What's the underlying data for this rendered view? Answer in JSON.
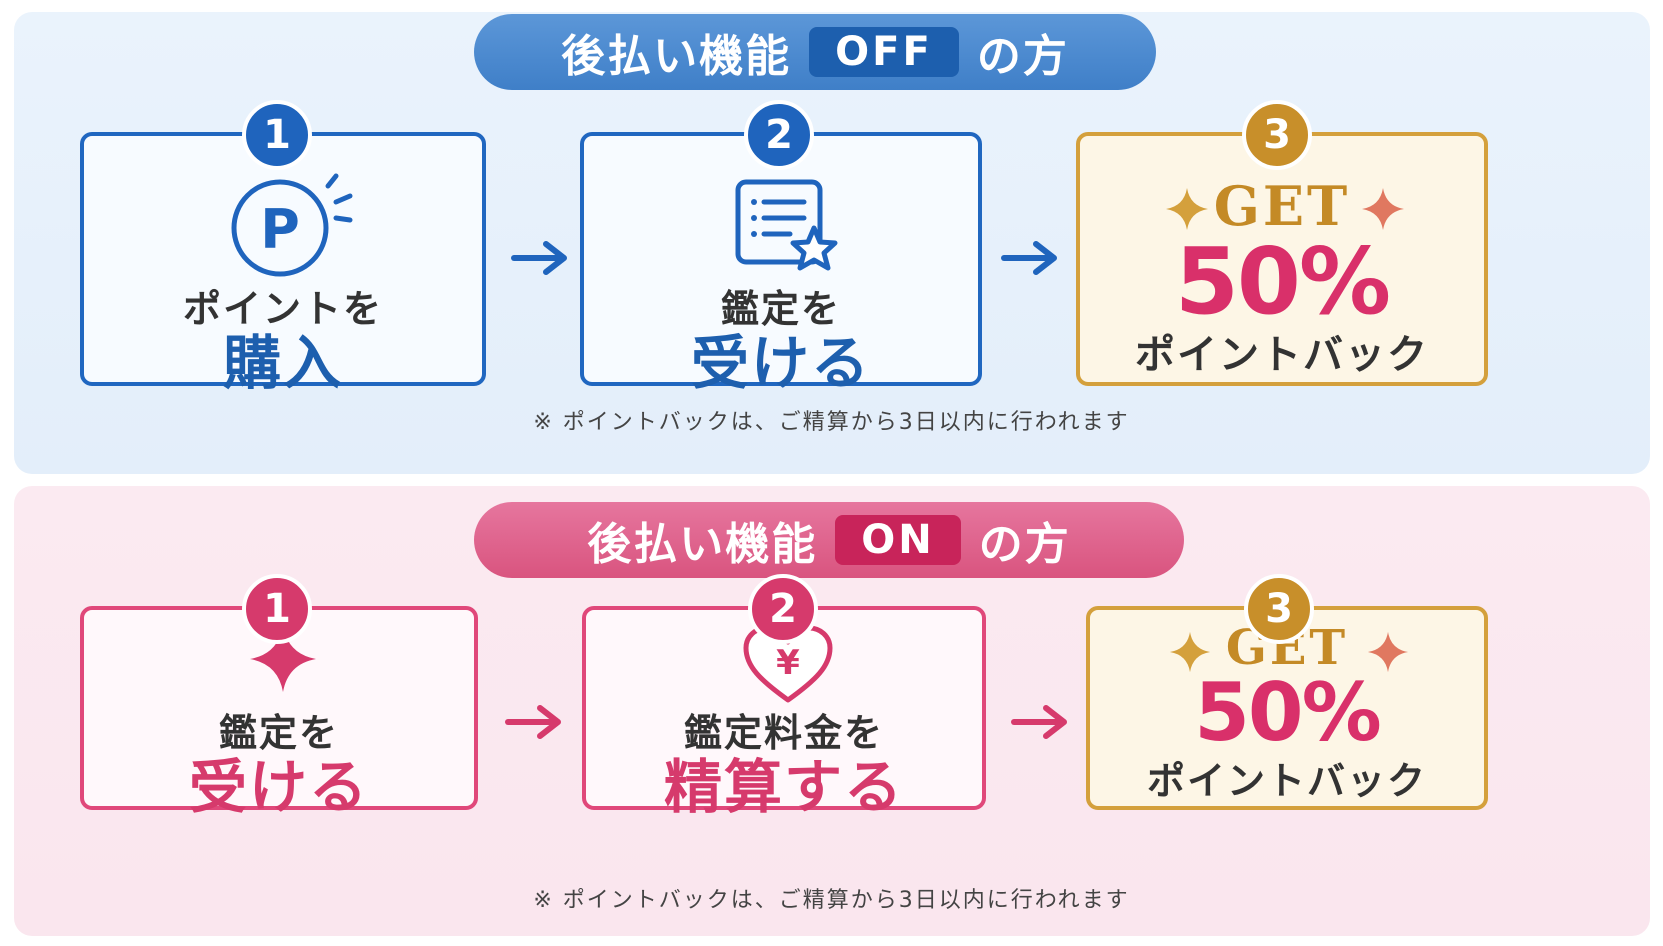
{
  "off_section": {
    "banner_prefix": "後払い機能",
    "banner_badge": "OFF",
    "banner_suffix": "の方",
    "step1": {
      "number": "1",
      "line1": "ポイントを",
      "line2": "購入"
    },
    "step2": {
      "number": "2",
      "line1": "鑑定を",
      "line2": "受ける"
    },
    "step3": {
      "number": "3",
      "get": "GET",
      "percent": "50%",
      "label": "ポイントバック"
    },
    "note": "※ ポイントバックは、ご精算から3日以内に行われます"
  },
  "on_section": {
    "banner_prefix": "後払い機能",
    "banner_badge": "ON",
    "banner_suffix": "の方",
    "step1": {
      "number": "1",
      "line1": "鑑定を",
      "line2": "受ける"
    },
    "step2": {
      "number": "2",
      "line1": "鑑定料金を",
      "line2": "精算する",
      "icon_glyph": "¥"
    },
    "step3": {
      "number": "3",
      "get": "GET",
      "percent": "50%",
      "label": "ポイントバック"
    },
    "note": "※ ポイントバックは、ご精算から3日以内に行われます"
  },
  "icons": {
    "off_step1": "point-p-icon",
    "off_step2": "document-star-icon",
    "on_step1": "sparkle-icon",
    "on_step2": "heart-yen-icon",
    "get_decor": "sparkle-icon",
    "flow": "arrow-right-icon"
  },
  "colors": {
    "blue": "#1d5fae",
    "pink": "#d63a6c",
    "gold": "#c88f2a",
    "highlight": "#d9306a"
  }
}
